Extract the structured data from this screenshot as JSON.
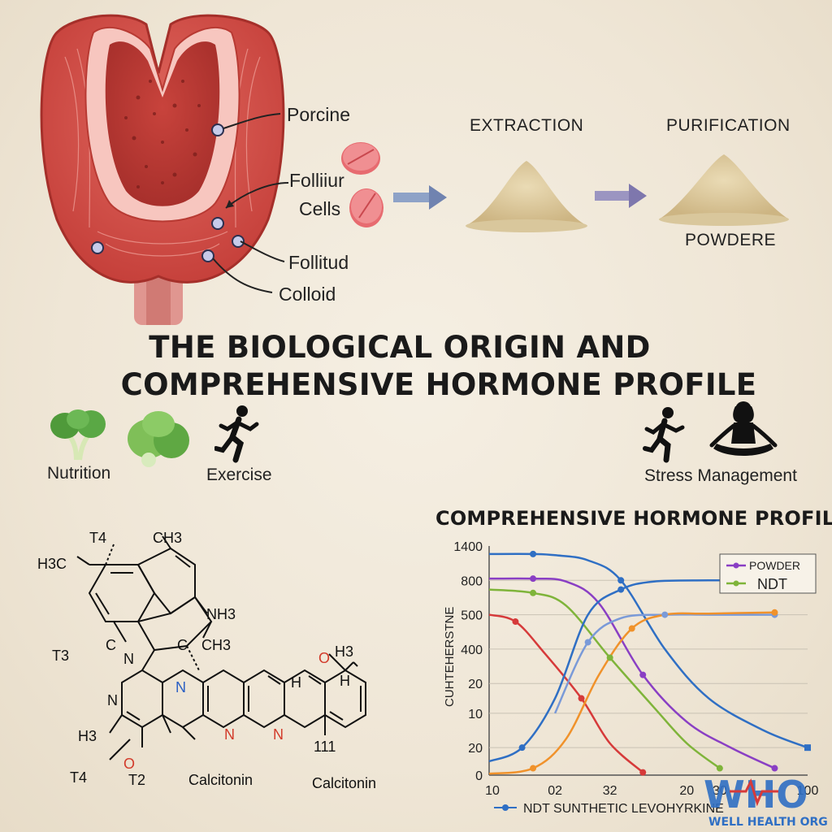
{
  "anatomy": {
    "labels": {
      "porcine": "Porcine",
      "folliiur": "Folliiur",
      "cells": "Cells",
      "follitud": "Follitud",
      "colloid": "Colloid"
    }
  },
  "process": {
    "extraction": "EXTRACTION",
    "purification": "PURIFICATION",
    "powder": "POWDERE"
  },
  "title": {
    "line1": "THE BIOLOGICAL ORIGIN AND",
    "line2": "COMPREHENSIVE HORMONE PROFILE"
  },
  "lifestyle": {
    "nutrition": "Nutrition",
    "exercise": "Exercise",
    "stress": "Stress Management"
  },
  "molecule": {
    "t4_top": "T4",
    "ch3_top": "CH3",
    "h3c_left": "H3C",
    "nh3": "NH3",
    "t3": "T3",
    "c_left": "C",
    "n_mid": "N",
    "c_mid": "C",
    "ch3_mid": "CH3",
    "o_right": "O",
    "h3_right": "H3",
    "h_right1": "H",
    "h_right2": "H",
    "n_blue": "N",
    "n_left": "N",
    "n_red1": "N",
    "n_red2": "N",
    "h3_bottom": "H3",
    "o_bottom": "O",
    "eleven": "111",
    "t4_bottom": "T4",
    "t2_bottom": "T2",
    "calcitonin1": "Calcitonin",
    "calcitonin2": "Calcitonin"
  },
  "chart_data": {
    "type": "line",
    "title": "COMPREHENSIVE HORMONE PROFILE",
    "ylabel": "CUHTEHERSTNE",
    "y_tick_labels": [
      "1400",
      "800",
      "500",
      "400",
      "20",
      "10",
      "20",
      "0"
    ],
    "x_tick_labels": [
      "10",
      "02",
      "32",
      "20",
      "30",
      "100"
    ],
    "legend": [
      {
        "name": "POWDER",
        "color": "#8a3fc4"
      },
      {
        "name": "NDT",
        "color": "#7fb43a"
      }
    ],
    "bottom_legend": {
      "name": "NDT SUNTHETIC LEVOHYRKINE",
      "color": "#2f6fc4"
    },
    "series": [
      {
        "color": "#2f6fc4",
        "points": [
          [
            0,
            1260
          ],
          [
            0.2,
            1260
          ],
          [
            0.3,
            1240
          ],
          [
            0.45,
            1150
          ],
          [
            0.6,
            800
          ],
          [
            0.8,
            400
          ],
          [
            1.0,
            150
          ],
          [
            1.25,
            60
          ],
          [
            1.45,
            20
          ]
        ]
      },
      {
        "color": "#8a3fc4",
        "points": [
          [
            0,
            830
          ],
          [
            0.2,
            830
          ],
          [
            0.35,
            790
          ],
          [
            0.5,
            600
          ],
          [
            0.7,
            250
          ],
          [
            0.9,
            80
          ],
          [
            1.1,
            20
          ],
          [
            1.3,
            5
          ]
        ]
      },
      {
        "color": "#7fb43a",
        "points": [
          [
            0,
            720
          ],
          [
            0.2,
            690
          ],
          [
            0.35,
            580
          ],
          [
            0.55,
            350
          ],
          [
            0.75,
            120
          ],
          [
            0.9,
            30
          ],
          [
            1.05,
            5
          ]
        ]
      },
      {
        "color": "#d63a3a",
        "points": [
          [
            0,
            500
          ],
          [
            0.12,
            480
          ],
          [
            0.25,
            380
          ],
          [
            0.42,
            150
          ],
          [
            0.55,
            30
          ],
          [
            0.7,
            2
          ]
        ]
      },
      {
        "color": "#2f6fc4",
        "points": [
          [
            0,
            10
          ],
          [
            0.15,
            20
          ],
          [
            0.3,
            150
          ],
          [
            0.45,
            500
          ],
          [
            0.6,
            720
          ],
          [
            0.75,
            790
          ],
          [
            1.0,
            800
          ],
          [
            1.2,
            800
          ]
        ]
      },
      {
        "color": "#7a9ad8",
        "points": [
          [
            0.3,
            100
          ],
          [
            0.45,
            420
          ],
          [
            0.6,
            490
          ],
          [
            0.8,
            500
          ],
          [
            1.0,
            500
          ],
          [
            1.3,
            500
          ]
        ]
      },
      {
        "color": "#f0922b",
        "points": [
          [
            0,
            1
          ],
          [
            0.2,
            5
          ],
          [
            0.35,
            40
          ],
          [
            0.5,
            250
          ],
          [
            0.65,
            460
          ],
          [
            0.8,
            500
          ],
          [
            1.0,
            510
          ],
          [
            1.3,
            520
          ]
        ]
      }
    ]
  },
  "watermark": {
    "logo": "WHO",
    "sub": "WELL HEALTH ORG"
  }
}
